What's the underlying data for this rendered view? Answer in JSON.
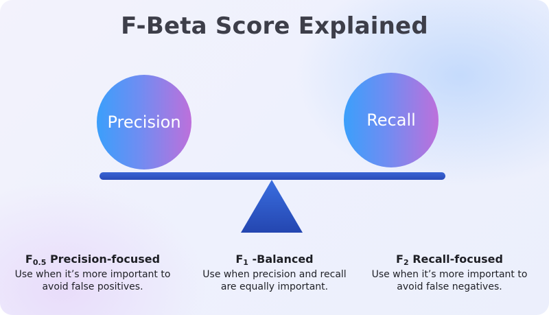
{
  "title": "F-Beta Score Explained",
  "balls": {
    "left_label": "Precision",
    "right_label": "Recall"
  },
  "labels": [
    {
      "symbol": "F",
      "subscript": "0.5",
      "name": "Precision-focused",
      "desc_line1": "Use when it’s more important to",
      "desc_line2": "avoid false positives."
    },
    {
      "symbol": "F",
      "subscript": "1",
      "name": "-Balanced",
      "desc_line1": "Use when precision and recall",
      "desc_line2": "are equally important."
    },
    {
      "symbol": "F",
      "subscript": "2",
      "name": "Recall-focused",
      "desc_line1": "Use when it’s more important to",
      "desc_line2": "avoid false negatives."
    }
  ],
  "colors": {
    "title": "#3d3e49",
    "ball_gradient_start": "#3b9ffb",
    "ball_gradient_end": "#bd70db",
    "beam": "#2a4bb8",
    "fulcrum": "#2a4bb8"
  }
}
